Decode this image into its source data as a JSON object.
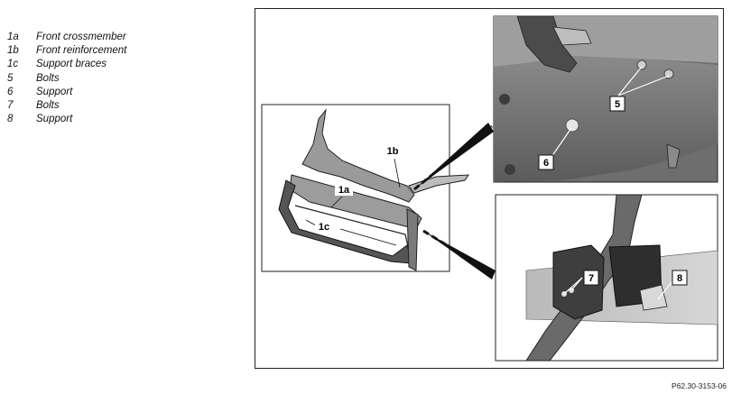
{
  "legend": [
    {
      "num": "1a",
      "text": "Front crossmember"
    },
    {
      "num": "1b",
      "text": "Front reinforcement"
    },
    {
      "num": "1c",
      "text": "Support braces"
    },
    {
      "num": "5",
      "text": "Bolts"
    },
    {
      "num": "6",
      "text": "Support"
    },
    {
      "num": "7",
      "text": "Bolts"
    },
    {
      "num": "8",
      "text": "Support"
    }
  ],
  "callouts": {
    "c1a": "1a",
    "c1b": "1b",
    "c1c": "1c",
    "c5": "5",
    "c6": "6",
    "c7": "7",
    "c8": "8"
  },
  "reference_code": "P62.30-3153-06"
}
